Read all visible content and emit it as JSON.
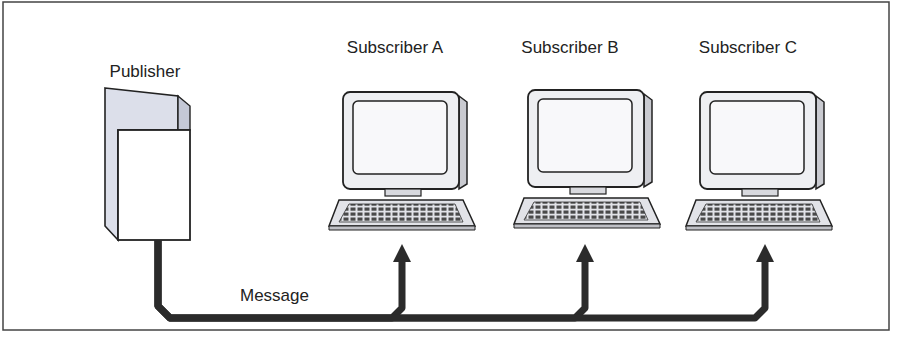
{
  "diagram": {
    "nodes": [
      {
        "text": [
          "Publisher"
        ]
      },
      {
        "text": [
          "Subscriber A"
        ]
      },
      {
        "text": [
          "Subscriber B"
        ]
      },
      {
        "text": [
          "Subscriber C"
        ]
      }
    ],
    "edges": [
      {
        "from": 0,
        "to": 1,
        "arrow": "to",
        "label": "Message"
      },
      {
        "from": 0,
        "to": 2,
        "arrow": "to"
      },
      {
        "from": 0,
        "to": 3,
        "arrow": "to"
      }
    ]
  }
}
